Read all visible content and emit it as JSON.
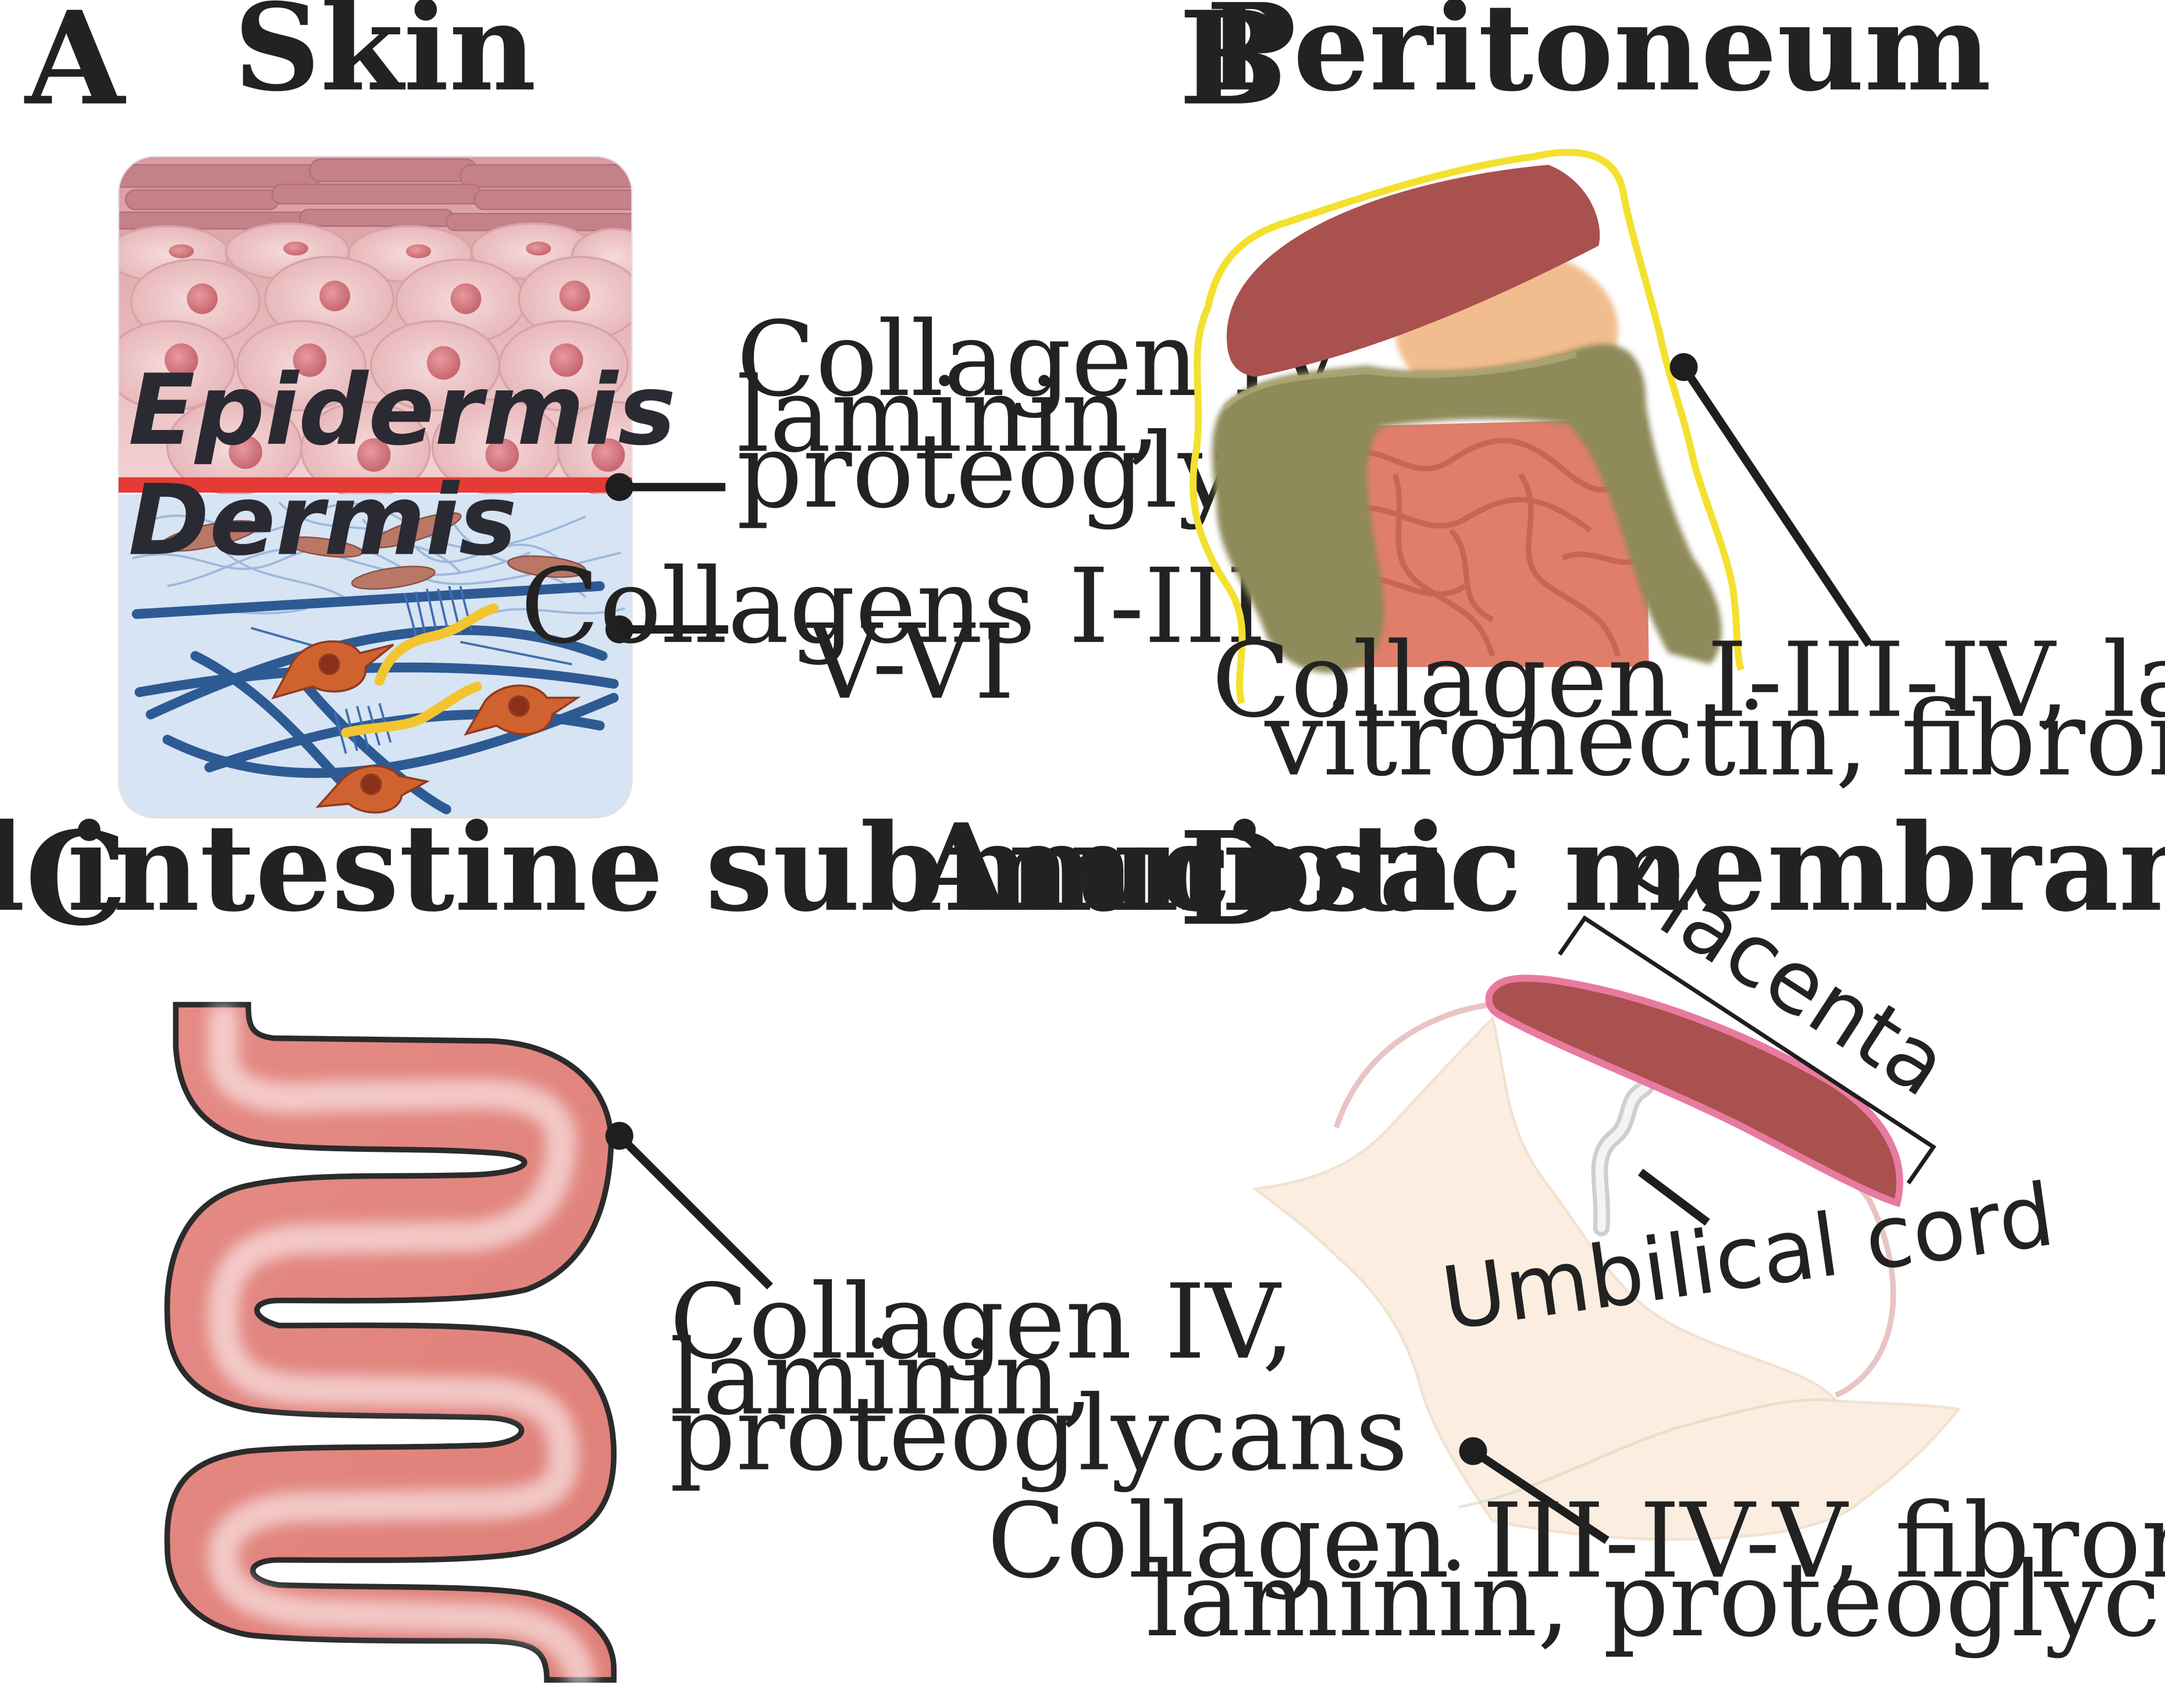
{
  "panels": {
    "a": {
      "letter": "A",
      "title": "Skin",
      "layers": {
        "epidermis": "Epidermis",
        "dermis": "Dermis"
      },
      "labels": {
        "basement_membrane": [
          "Collagen IV,",
          "laminin,",
          "proteoglycans"
        ],
        "dermis_collagens": [
          "Collagens I-III-",
          "V-VI"
        ]
      }
    },
    "b": {
      "letter": "B",
      "title": "Peritoneum",
      "labels": {
        "membrane": [
          "Collagen I-III-IV, laminin,",
          "vitronectin, fibronectin"
        ]
      }
    },
    "c": {
      "letter": "C",
      "title": "Small intestine submucosa",
      "labels": {
        "submucosa": [
          "Collagen IV,",
          "laminin,",
          "proteoglycans"
        ]
      }
    },
    "d": {
      "letter": "D",
      "title": "Amniotic membrane",
      "structures": {
        "placenta": "Placenta",
        "umbilical_cord": "Umbilical cord"
      },
      "labels": {
        "membrane": [
          "Collagen III-IV-V, fibronectin,",
          "laminin, proteoglycans"
        ]
      }
    }
  },
  "colors": {
    "text": "#222222",
    "skin_epidermis": "#e9b9b9",
    "skin_dermis": "#d7e4f3",
    "basement_membrane_line": "#e53a36",
    "collagen_fibers": "#2e5a94",
    "elastin_fibers": "#f2c530",
    "fibroblasts": "#d0622f",
    "peritoneum_outline": "#f4e02e",
    "liver": "#a9514e",
    "colon": "#8e8a5a",
    "small_intestine": "#e07e6b",
    "intestine_wall": "#e58d86",
    "amnion": "#fbeee0",
    "placenta": "#a9514e",
    "placenta_border": "#e87aa0"
  }
}
